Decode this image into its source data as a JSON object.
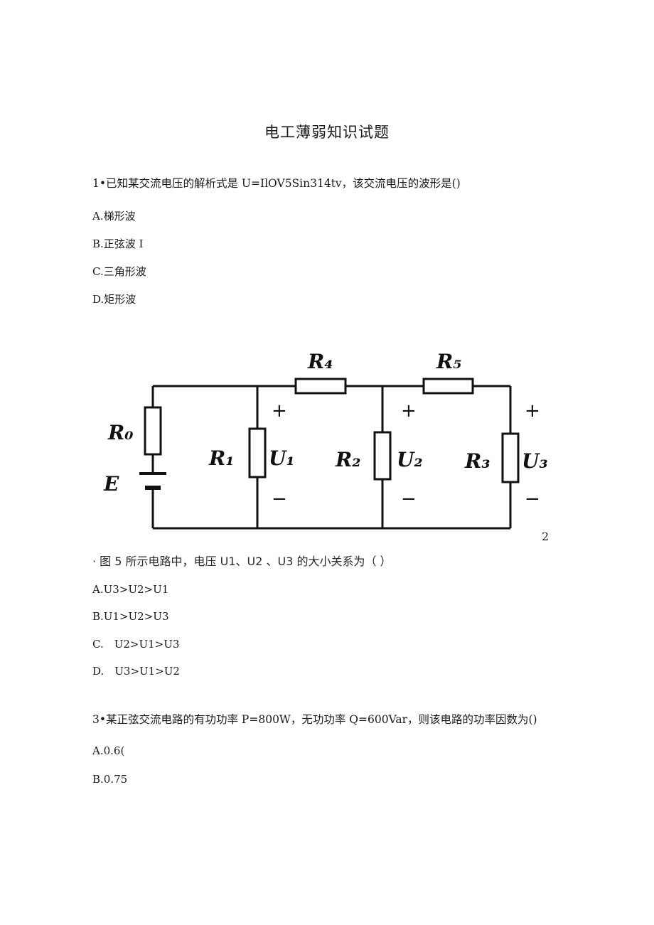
{
  "title": "电工薄弱知识试题",
  "q1": {
    "text": "1•已知某交流电压的解析式是 U=IlOV5Sin314tv，该交流电压的波形是()",
    "options": [
      "A.梯形波",
      "B.正弦波 I",
      "C.三角形波",
      "D.矩形波"
    ]
  },
  "circuit": {
    "labels": {
      "r0": "R₀",
      "e": "E",
      "r1": "R₁",
      "u1": "U₁",
      "r2": "R₂",
      "u2": "U₂",
      "r3": "R₃",
      "u3": "U₃",
      "r4": "R₄",
      "r5": "R₅",
      "plus": "+",
      "minus": "−"
    },
    "figure_number": "2"
  },
  "q2": {
    "text": "· 图 5 所示电路中，电压 U1、U2 、U3 的大小关系为（ ）",
    "options": [
      "A.U3>U2>U1",
      "B.U1>U2>U3",
      "C.　U2>U1>U3",
      "D.　U3>U1>U2"
    ]
  },
  "q3": {
    "text": "3•某正弦交流电路的有功功率 P=800W，无功功率 Q=600Var，则该电路的功率因数为()",
    "options": [
      "A.0.6(",
      "B.0.75"
    ]
  }
}
